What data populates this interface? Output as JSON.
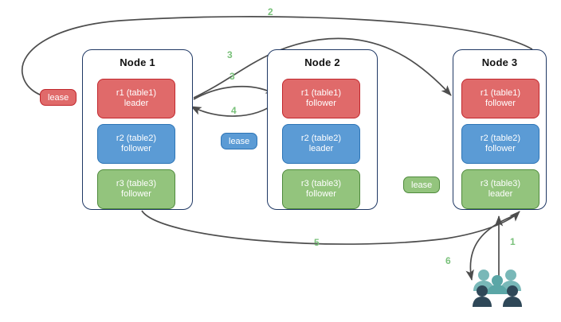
{
  "diagram": {
    "title": "raft-lease-topology",
    "accent_step_color": "#79c17a",
    "arrow_color": "#4d4d4d",
    "node_border_color": "#1f3864",
    "colors": {
      "red": "#e06a6a",
      "red_border": "#c1272d",
      "blue": "#5b9bd5",
      "blue_border": "#2e75b6",
      "green": "#93c47d",
      "green_border": "#4f8a3d",
      "users_light": "#79b8b8",
      "users_dark": "#2f4858"
    }
  },
  "nodes": [
    {
      "title": "Node 1",
      "replicas": [
        {
          "name": "r1 (table1)",
          "role": "leader",
          "color": "red"
        },
        {
          "name": "r2 (table2)",
          "role": "follower",
          "color": "blue"
        },
        {
          "name": "r3 (table3)",
          "role": "follower",
          "color": "green"
        }
      ]
    },
    {
      "title": "Node 2",
      "replicas": [
        {
          "name": "r1 (table1)",
          "role": "follower",
          "color": "red"
        },
        {
          "name": "r2 (table2)",
          "role": "leader",
          "color": "blue"
        },
        {
          "name": "r3 (table3)",
          "role": "follower",
          "color": "green"
        }
      ]
    },
    {
      "title": "Node 3",
      "replicas": [
        {
          "name": "r1 (table1)",
          "role": "follower",
          "color": "red"
        },
        {
          "name": "r2 (table2)",
          "role": "follower",
          "color": "blue"
        },
        {
          "name": "r3 (table3)",
          "role": "leader",
          "color": "green"
        }
      ]
    }
  ],
  "leases": [
    {
      "label": "lease",
      "color": "red"
    },
    {
      "label": "lease",
      "color": "blue"
    },
    {
      "label": "lease",
      "color": "green"
    }
  ],
  "steps": [
    {
      "label": "1"
    },
    {
      "label": "2"
    },
    {
      "label": "3"
    },
    {
      "label": "3"
    },
    {
      "label": "4"
    },
    {
      "label": "5"
    },
    {
      "label": "6"
    }
  ],
  "icons": {
    "users": "users-group-icon"
  }
}
